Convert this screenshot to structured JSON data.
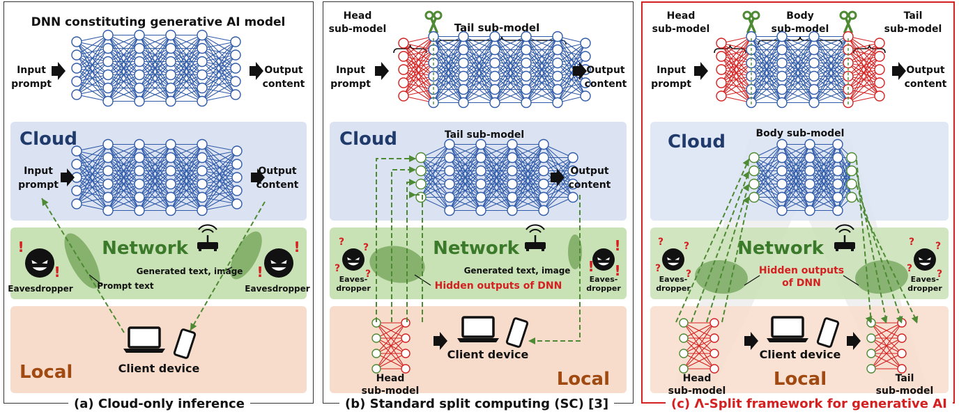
{
  "colors": {
    "cloud_bg": "#dbe3f3",
    "network_bg": "#c9e2b5",
    "local_bg": "#f8dccb",
    "cloud_text": "#1f3a6b",
    "network_text": "#3a7a2a",
    "local_text": "#a04a12",
    "nn_blue": "#2f5aa8",
    "nn_red": "#d42020",
    "nn_green": "#4e8a33",
    "highlight_red": "#d42020",
    "frame_red": "#d42020"
  },
  "panels": [
    {
      "id": "a",
      "caption": "(a) Cloud-only inference",
      "top_title": "DNN constituting generative AI model",
      "input_label": [
        "Input",
        "prompt"
      ],
      "output_label": [
        "Output",
        "content"
      ],
      "cloud_label": "Cloud",
      "cloud_input": [
        "Input",
        "prompt"
      ],
      "cloud_output": [
        "Output",
        "content"
      ],
      "network_label": "Network",
      "eavesdropper_left": "Eavesdropper",
      "eavesdropper_right": "Eavesdropper",
      "note_generated": "Generated text, image",
      "note_prompt": "Prompt text",
      "local_label": "Local",
      "client_device": "Client device"
    },
    {
      "id": "b",
      "caption": "(b) Standard split computing (SC) [3]",
      "head_label": [
        "Head",
        "sub-model"
      ],
      "tail_label": "Tail sub-model",
      "input_label": [
        "Input",
        "prompt"
      ],
      "output_label": [
        "Output",
        "content"
      ],
      "cloud_label": "Cloud",
      "cloud_tail_label": "Tail sub-model",
      "cloud_output": [
        "Output",
        "content"
      ],
      "network_label": "Network",
      "note_generated": "Generated text, image",
      "hidden_outputs": "Hidden outputs of DNN",
      "eavesdropper_left": [
        "Eaves-",
        "dropper"
      ],
      "eavesdropper_right": [
        "Eaves-",
        "dropper"
      ],
      "local_label": "Local",
      "client_device": "Client device",
      "local_head_label": [
        "Head",
        "sub-model"
      ]
    },
    {
      "id": "c",
      "caption": "(c) Λ-Split framework for generative AI",
      "head_label": [
        "Head",
        "sub-model"
      ],
      "body_label": [
        "Body",
        "sub-model"
      ],
      "tail_label": [
        "Tail",
        "sub-model"
      ],
      "input_label": [
        "Input",
        "prompt"
      ],
      "output_label": [
        "Output",
        "content"
      ],
      "cloud_label": "Cloud",
      "cloud_body_label": "Body sub-model",
      "network_label": "Network",
      "hidden_outputs": [
        "Hidden outputs",
        "of DNN"
      ],
      "eavesdropper_left": [
        "Eaves-",
        "dropper"
      ],
      "eavesdropper_right": [
        "Eaves-",
        "dropper"
      ],
      "local_label": "Local",
      "client_device": "Client device",
      "local_head_label": [
        "Head",
        "sub-model"
      ],
      "local_tail_label": [
        "Tail",
        "sub-model"
      ]
    }
  ]
}
